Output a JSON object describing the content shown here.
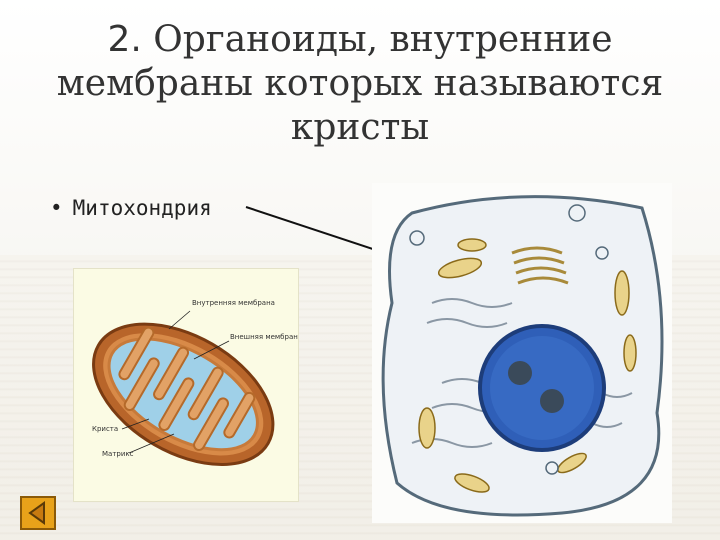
{
  "slide": {
    "title_number": "2.",
    "title_text": "Органоиды, внутренние мембраны которых называются кристы",
    "bullet": "Митохондрия"
  },
  "mitochondrion_figure": {
    "labels": {
      "inner_membrane": "Внутренняя мембрана",
      "outer_membrane": "Внешняя мембрана",
      "cristae": "Криста",
      "matrix": "Матрикс"
    }
  },
  "navigation": {
    "back_button_icon": "triangle-left-icon"
  }
}
